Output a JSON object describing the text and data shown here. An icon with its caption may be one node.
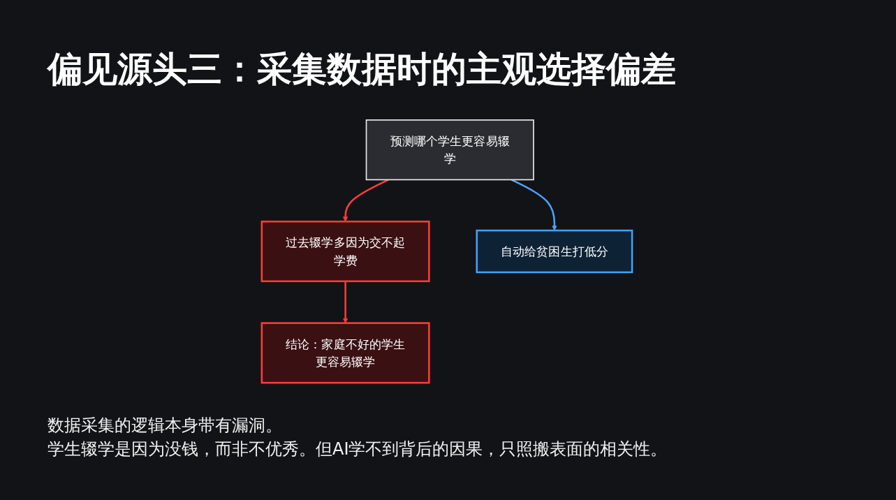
{
  "diagram": {
    "title": "偏见源头三：采集数据时的主观选择偏差",
    "nodes": [
      {
        "text": [
          "预测哪个学生更容易辍学"
        ]
      },
      {
        "text": [
          "过去辍学多因为交不起学费"
        ]
      },
      {
        "text": [
          "结论：家庭不好的学生更容易辍学"
        ]
      },
      {
        "text": [
          "自动给贫困生打低分"
        ]
      }
    ],
    "edges": [
      {
        "from": 0,
        "to": 1,
        "arrow": "to"
      },
      {
        "from": 1,
        "to": 2,
        "arrow": "to"
      },
      {
        "from": 0,
        "to": 3,
        "arrow": "to",
        "color": "#4aa3ff"
      }
    ],
    "labels": [
      "数据采集的逻辑本身带有漏洞。",
      "学生辍学是因为没钱，而非不优秀。但AI学不到背后的因果，只照搬表面的相关性。"
    ]
  }
}
